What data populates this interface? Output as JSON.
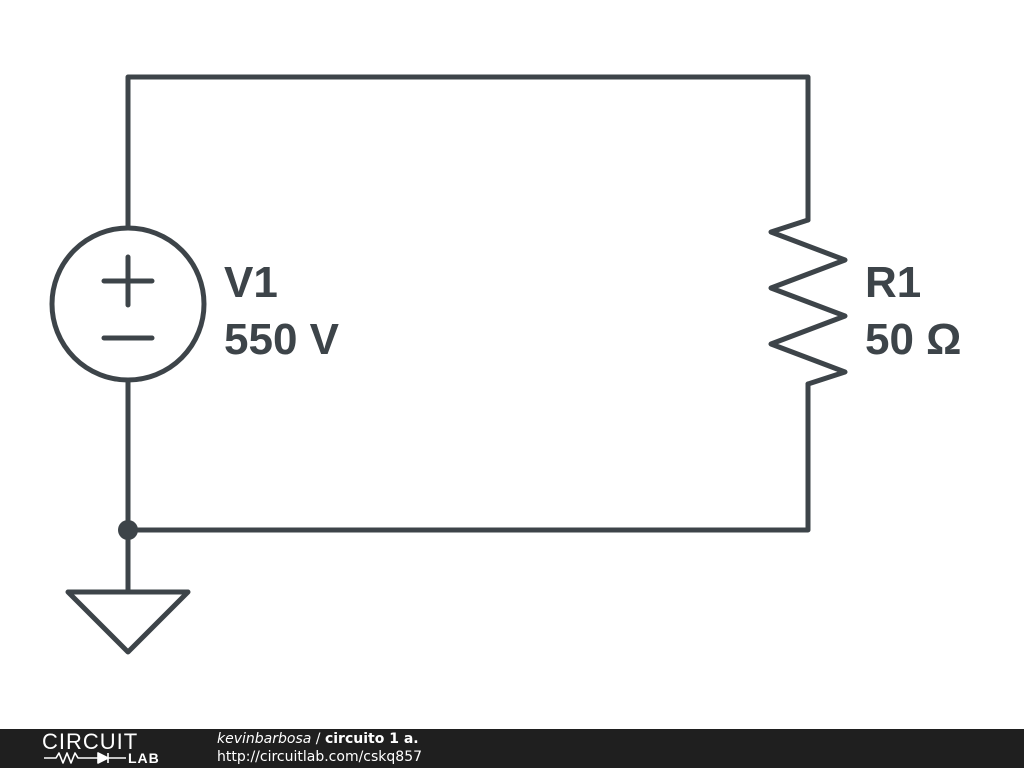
{
  "schematic": {
    "source": {
      "name": "V1",
      "value": "550 V",
      "plus_symbol": "+",
      "minus_symbol": "−"
    },
    "resistor": {
      "name": "R1",
      "value": "50 Ω"
    },
    "wire_color": "#3d4449",
    "text_color": "#3d4449"
  },
  "footer": {
    "logo_top": "CIRCUIT",
    "logo_bottom": "LAB",
    "author": "kevinbarbosa",
    "separator": " / ",
    "title": "circuito 1 a.",
    "url": "http://circuitlab.com/cskq857",
    "background": "#1f1f1f"
  }
}
